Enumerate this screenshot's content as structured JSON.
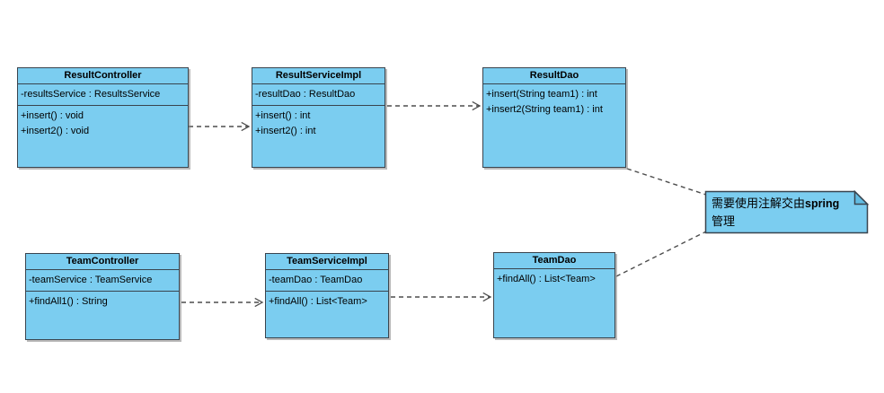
{
  "diagram": {
    "background_color": "#ffffff",
    "box_fill_color": "#7bcdf0",
    "box_border_color": "#39444e",
    "connector_color": "#4d4d4d",
    "note_fold_color": "#62bce2"
  },
  "classes": [
    {
      "name": "ResultController",
      "attributes": [
        "-resultsService : ResultsService"
      ],
      "methods": [
        "+insert() : void",
        "+insert2() : void"
      ]
    },
    {
      "name": "ResultServiceImpl",
      "attributes": [
        "-resultDao : ResultDao"
      ],
      "methods": [
        "+insert() : int",
        "+insert2() : int"
      ]
    },
    {
      "name": "ResultDao",
      "attributes": [],
      "methods": [
        "+insert(String team1) : int",
        "+insert2(String team1) : int"
      ]
    },
    {
      "name": "TeamController",
      "attributes": [
        "-teamService : TeamService"
      ],
      "methods": [
        "+findAll1() : String"
      ]
    },
    {
      "name": "TeamServiceImpl",
      "attributes": [
        "-teamDao : TeamDao"
      ],
      "methods": [
        "+findAll() : List<Team>"
      ]
    },
    {
      "name": "TeamDao",
      "attributes": [],
      "methods": [
        "+findAll() : List<Team>"
      ]
    }
  ],
  "relations": [
    {
      "from": "ResultController",
      "to": "ResultServiceImpl",
      "type": "dashed-dependency"
    },
    {
      "from": "ResultServiceImpl",
      "to": "ResultDao",
      "type": "dashed-dependency"
    },
    {
      "from": "TeamController",
      "to": "TeamServiceImpl",
      "type": "dashed-dependency"
    },
    {
      "from": "TeamServiceImpl",
      "to": "TeamDao",
      "type": "dashed-dependency"
    },
    {
      "from": "ResultDao",
      "to": "note",
      "type": "dashed-anchor"
    },
    {
      "from": "TeamDao",
      "to": "note",
      "type": "dashed-anchor"
    }
  ],
  "note": {
    "line1_cn": "需要使用注解交由",
    "line1_en": "spring",
    "line2": "管理"
  }
}
